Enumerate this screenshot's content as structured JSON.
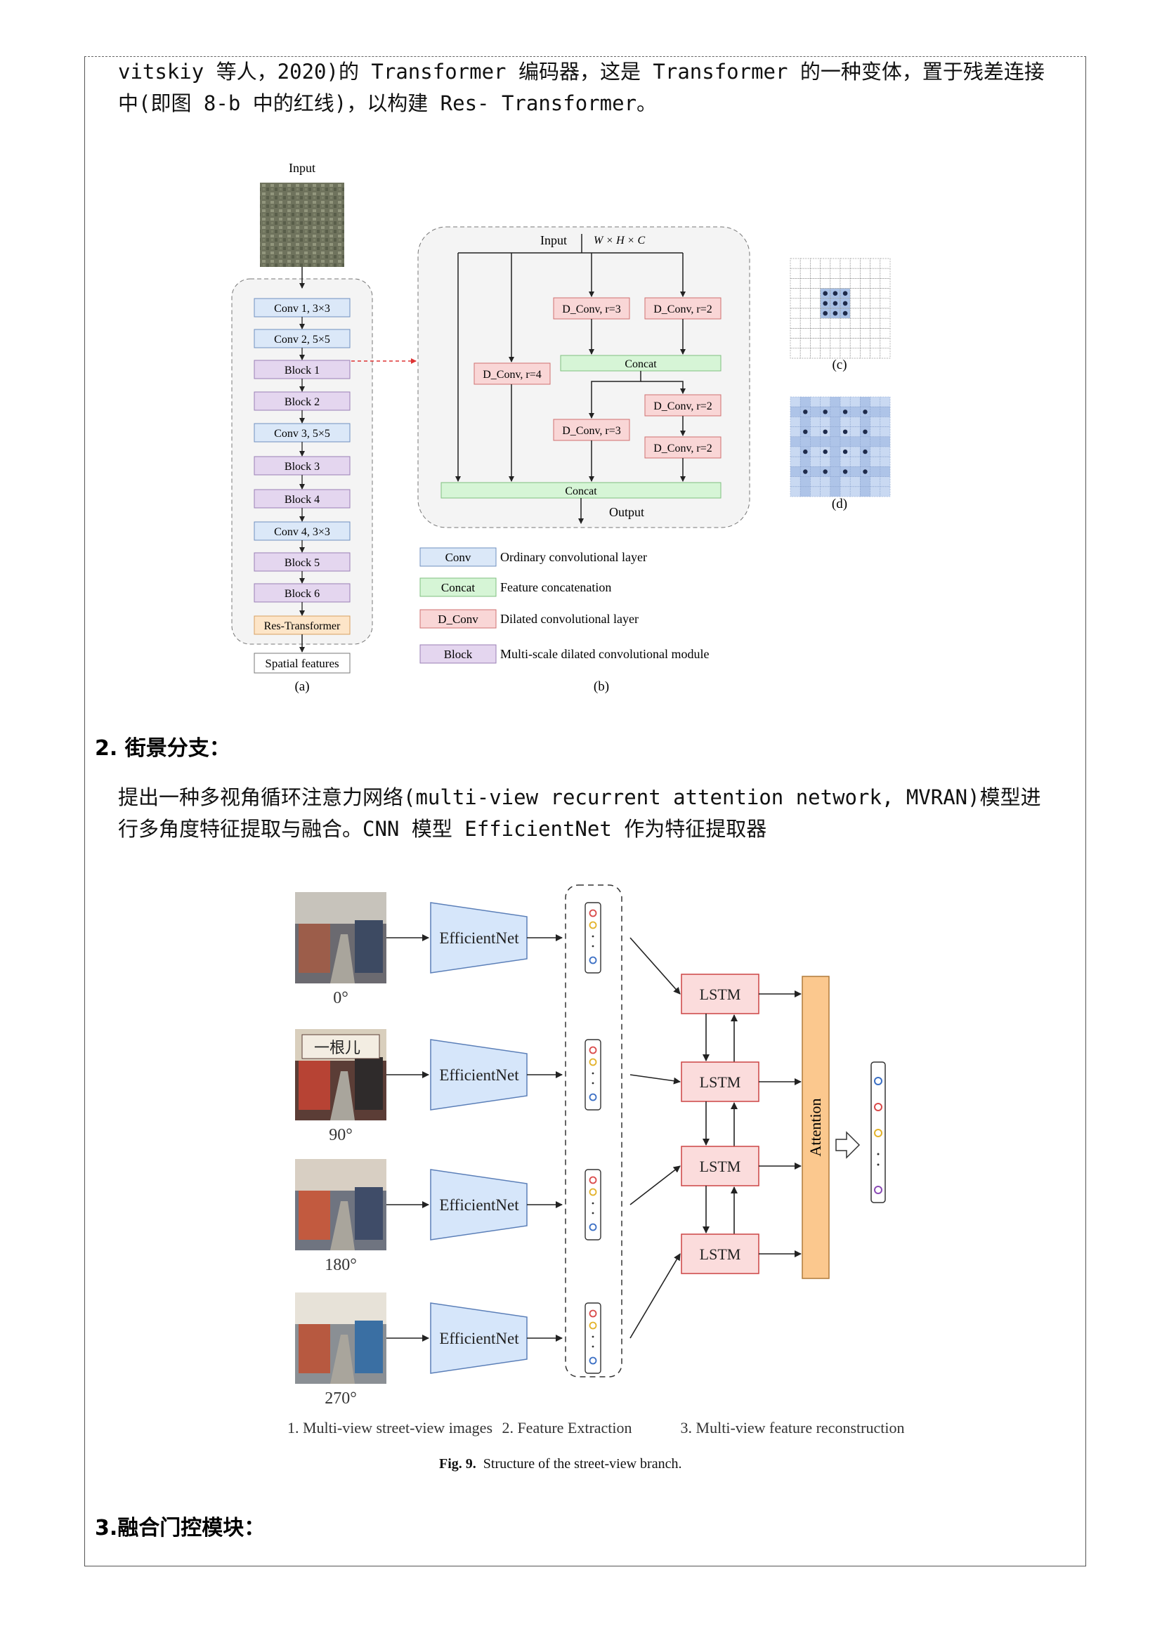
{
  "paragraph1": {
    "line1": "vitskiy 等人，2020)的 Transformer 编码器，这是 Transformer 的一种变体，置于残差连接",
    "line2": "中(即图 8-b 中的红线)，以构建 Res- Transformer。"
  },
  "figure8": {
    "panel_a": {
      "input_label": "Input",
      "layers": [
        "Conv 1, 3×3",
        "Conv 2, 5×5",
        "Block 1",
        "Block 2",
        "Conv 3, 5×5",
        "Block 3",
        "Block 4",
        "Conv 4, 3×3",
        "Block 5",
        "Block 6",
        "Res-Transformer"
      ],
      "output_label": "Spatial features",
      "label": "(a)"
    },
    "panel_b": {
      "input_label": "Input",
      "dims": "W × H × C",
      "dconv_r3_top": "D_Conv, r=3",
      "dconv_r2_top": "D_Conv, r=2",
      "dconv_r4": "D_Conv, r=4",
      "concat_mid": "Concat",
      "dconv_r2_mid": "D_Conv, r=2",
      "dconv_r3_bot": "D_Conv, r=3",
      "dconv_r2_bot": "D_Conv, r=2",
      "concat_bottom": "Concat",
      "output_label": "Output",
      "label": "(b)"
    },
    "panel_c_label": "(c)",
    "panel_d_label": "(d)",
    "legend": [
      {
        "key": "Conv",
        "desc": "Ordinary convolutional layer",
        "color": "#dbe8f8",
        "border": "#6f8fbf"
      },
      {
        "key": "Concat",
        "desc": "Feature concatenation",
        "color": "#d6f5d6",
        "border": "#7fbf7f"
      },
      {
        "key": "D_Conv",
        "desc": "Dilated convolutional layer",
        "color": "#f9d6d6",
        "border": "#d07070"
      },
      {
        "key": "Block",
        "desc": "Multi-scale dilated convolutional module",
        "color": "#e4d6ef",
        "border": "#9a7fb6"
      }
    ]
  },
  "section2": {
    "heading": "2.  街景分支：",
    "line1": "提出一种多视角循环注意力网络(multi-view recurrent attention network, MVRAN)模型进",
    "line2": "行多角度特征提取与融合。CNN 模型 EfficientNet 作为特征提取器"
  },
  "figure9": {
    "angles": [
      "0°",
      "90°",
      "180°",
      "270°"
    ],
    "extractor_label": "EfficientNet",
    "lstm_label": "LSTM",
    "attention_label": "Attention",
    "shop_sign": "一根儿",
    "step_labels": [
      "1. Multi-view street-view images",
      "2. Feature Extraction",
      "3. Multi-view feature reconstruction"
    ],
    "caption_bold": "Fig. 9.",
    "caption_text": "Structure of the street-view branch."
  },
  "section3": {
    "heading": "3.融合门控模块："
  },
  "colors": {
    "conv_fill": "#dbe8f8",
    "block_fill": "#e4d6ef",
    "restrans_fill": "#fde5c8",
    "dconv_fill": "#f9d6d6",
    "concat_fill": "#d6f5d6",
    "lstm_fill": "#fbdcdc",
    "attention_fill": "#fbc88e",
    "efficientnet_fill": "#d6e6fa"
  }
}
